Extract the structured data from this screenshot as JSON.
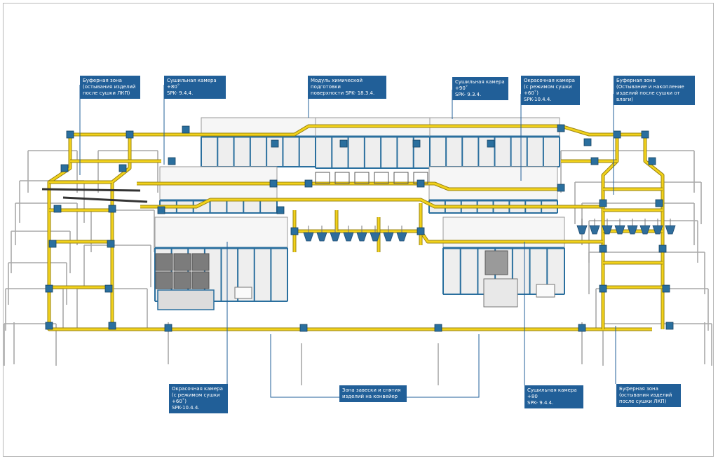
{
  "labels": {
    "buffer_top_left": "Буферная зона\n(остывания изделий\nпосле сушки ЛКП)",
    "dry_top_left": "Сушильная камера +80˚\nSPK- 9.4.4.",
    "chem_module": "Модуль химической подготовки\nповерхности SPK- 18.3.4.",
    "dry_top_right": "Сушильная камера +90˚\nSPK- 9.3.4.",
    "paint_top_right": "Окрасочная камера\n(с режимом сушки +60˚)\nSPK-10.4.4.",
    "buffer_top_right": "Буферная зона\n(Остывание и накопление\nизделий после сушки от влаги)",
    "paint_bottom_left": "Окрасочная камера\n(с режимом сушки +60˚)\nSPK-10.4.4.",
    "loading_zone": "Зона завески и снятия\nизделий на конвейер",
    "dry_bottom_right": "Сушильная камера +80\nSPK- 9.4.4.",
    "buffer_bottom_right": "Буферная зона\n(остывания изделий\nпосле сушки ЛКП)"
  },
  "colors": {
    "label_bg": "#215f98",
    "conveyor": "#f2d21b",
    "conveyor_edge": "#9a8410",
    "drive_unit": "#2a6f9e",
    "booth_roof": "#f6f6f6",
    "booth_wall": "#eeeeee",
    "booth_frame": "#2a6f9e",
    "support": "#a9a9a9",
    "leader": "#215f98"
  }
}
